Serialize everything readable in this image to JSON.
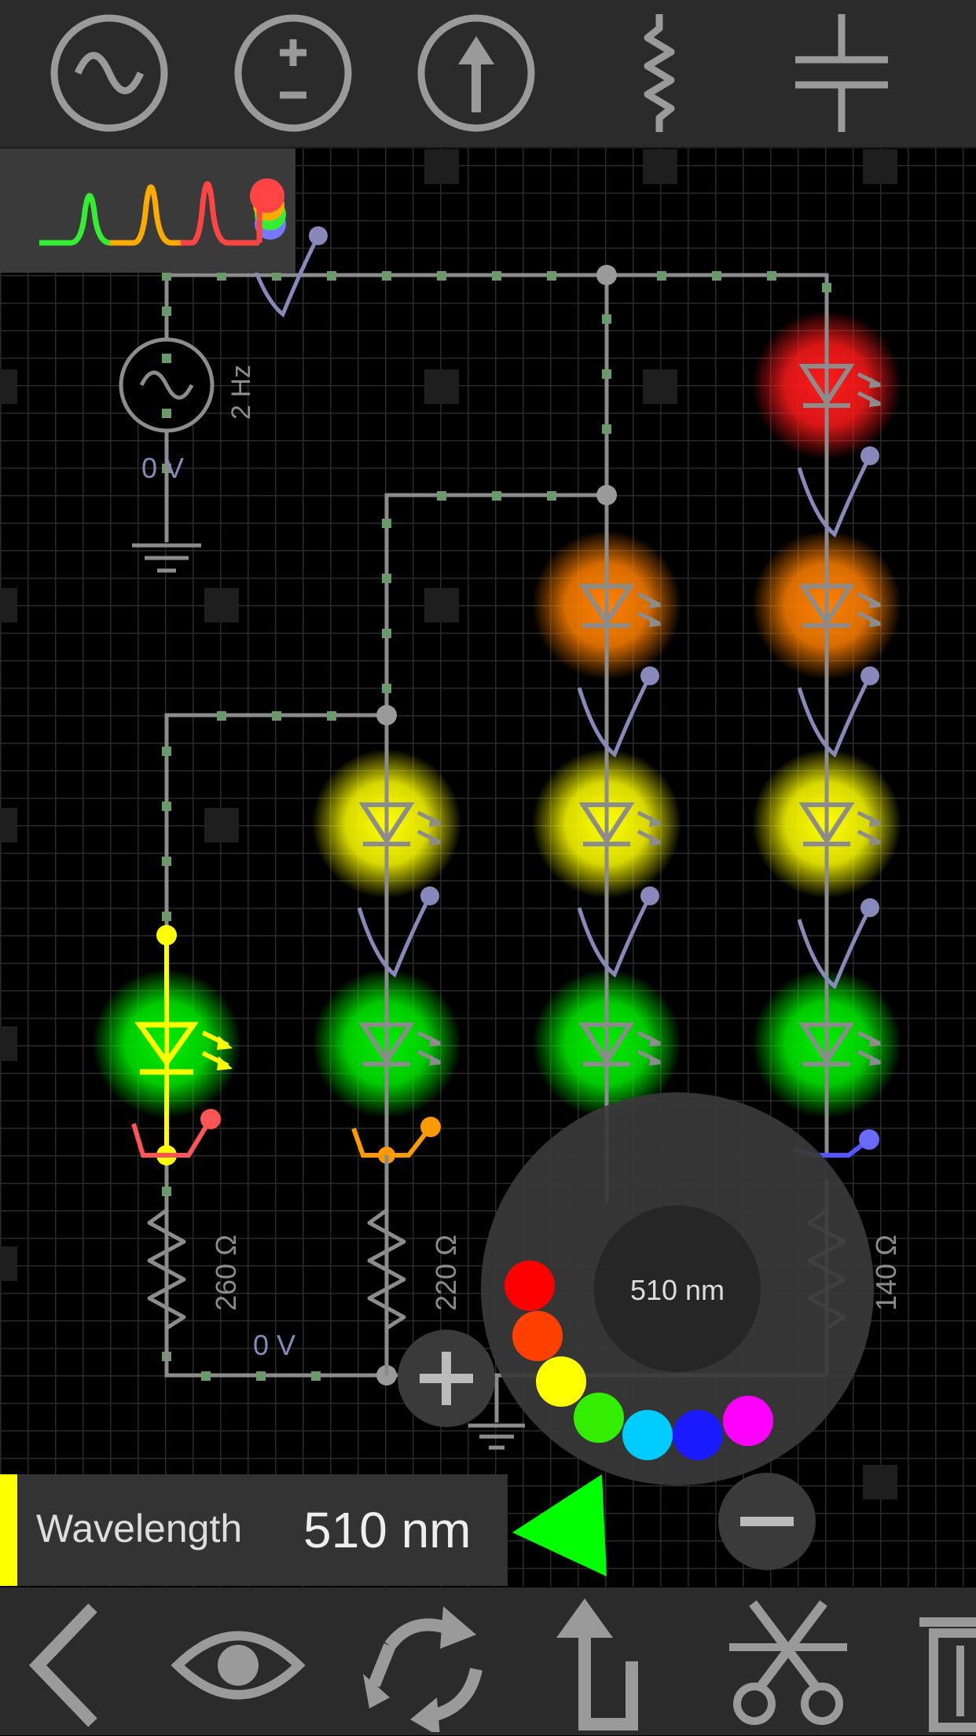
{
  "toolbar": {
    "tools": [
      {
        "name": "ac-source-icon"
      },
      {
        "name": "dc-source-icon"
      },
      {
        "name": "current-source-icon"
      },
      {
        "name": "resistor-icon"
      },
      {
        "name": "capacitor-icon"
      }
    ]
  },
  "circuit": {
    "source_freq": "2 Hz",
    "source_voltage": "0 V",
    "node_voltage": "0 V",
    "resistors": [
      "260 Ω",
      "220 Ω",
      "140 Ω"
    ],
    "led_colors": {
      "red": "#ff1a1a",
      "orange": "#ff8000",
      "yellow": "#ffff00",
      "green": "#00ee00"
    }
  },
  "color_wheel": {
    "center_label": "510 nm",
    "swatches": [
      "#ff0000",
      "#ff4000",
      "#ffff00",
      "#33ee00",
      "#00ccff",
      "#1a1aff",
      "#ff00ff"
    ]
  },
  "wavelength_panel": {
    "label": "Wavelength",
    "value": "510 nm",
    "accent_color": "#ffff00",
    "indicator_color": "#00ff00"
  },
  "zoom": {
    "plus": "+",
    "minus": "−"
  },
  "bottom_toolbar": {
    "tools": [
      {
        "name": "back-icon"
      },
      {
        "name": "eye-icon"
      },
      {
        "name": "rotate-icon"
      },
      {
        "name": "flip-icon"
      },
      {
        "name": "cut-icon"
      },
      {
        "name": "trash-icon"
      }
    ]
  }
}
